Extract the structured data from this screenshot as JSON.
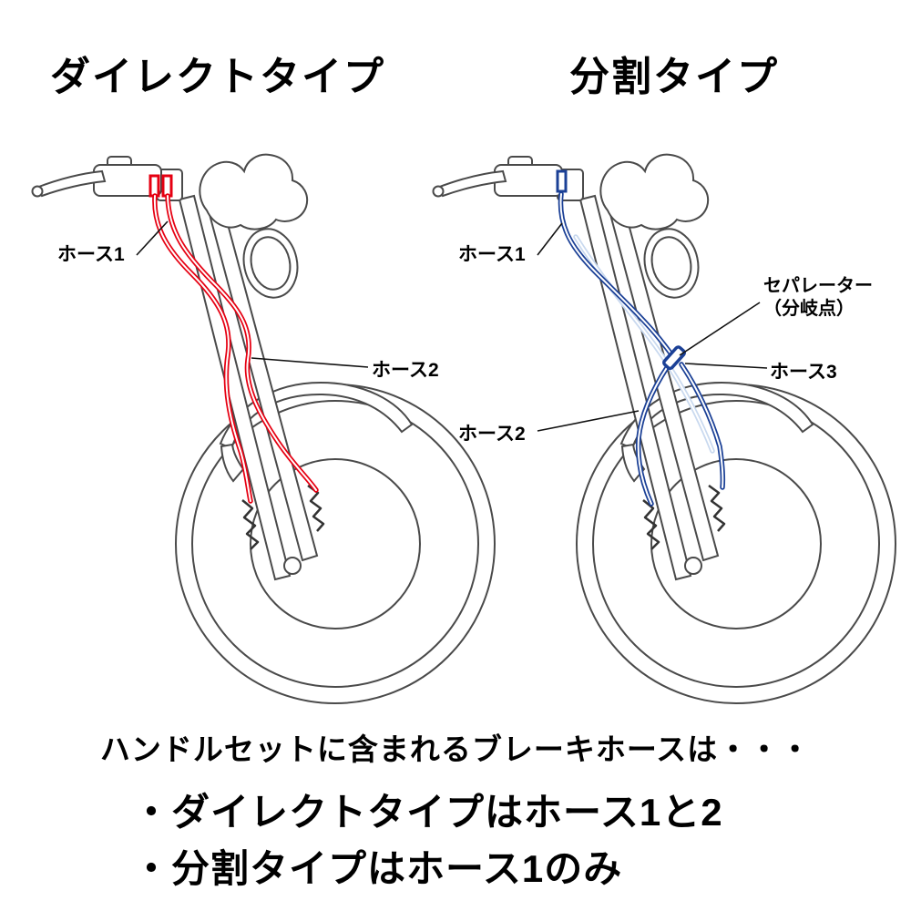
{
  "titles": {
    "direct": "ダイレクトタイプ",
    "split": "分割タイプ"
  },
  "labels": {
    "direct_hose1": "ホース1",
    "direct_hose2": "ホース2",
    "split_hose1": "ホース1",
    "split_hose2": "ホース2",
    "split_hose3": "ホース3",
    "separator_line1": "セパレーター",
    "separator_line2": "（分岐点）"
  },
  "footer": {
    "intro": "ハンドルセットに含まれるブレーキホースは・・・",
    "bullet1": "・ダイレクトタイプはホース1と2",
    "bullet2": "・分割タイプはホース1のみ"
  },
  "colors": {
    "direct_hose": "#e60012",
    "split_hose": "#1b4096",
    "split_hose_pale": "#c9d9ef",
    "line_art": "#4a4a4a",
    "text": "#000000"
  }
}
